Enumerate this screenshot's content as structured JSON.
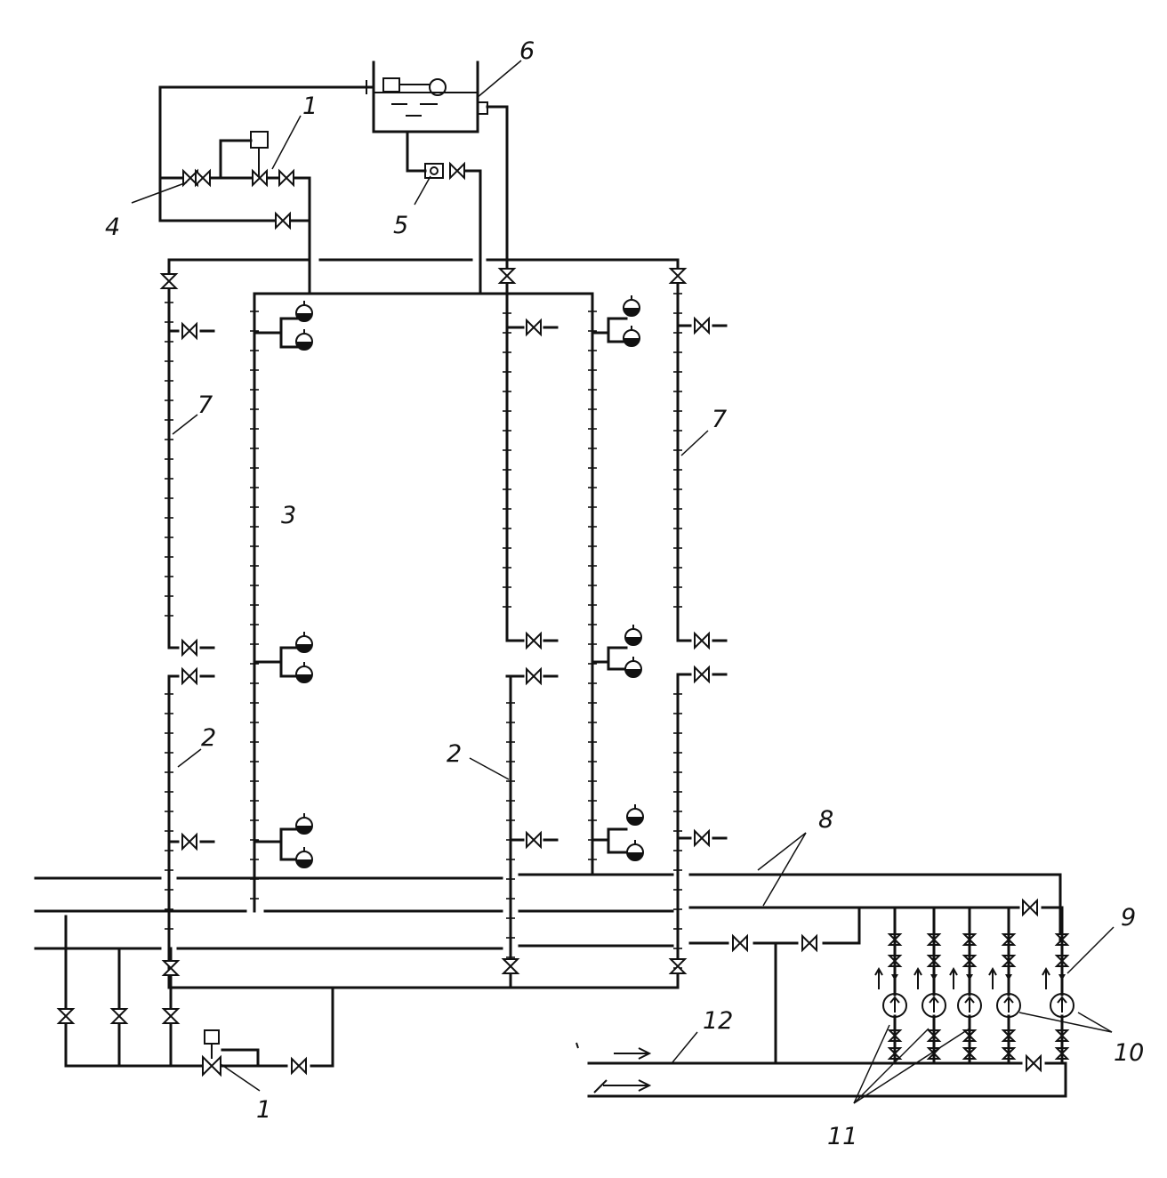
{
  "labels": {
    "l1_top": "1",
    "l1_bottom": "1",
    "l2_left": "2",
    "l2_right": "2",
    "l3": "3",
    "l4": "4",
    "l5": "5",
    "l6": "6",
    "l7_left": "7",
    "l7_right": "7",
    "l8": "8",
    "l9": "9",
    "l10": "10",
    "l11": "11",
    "l12": "12"
  }
}
